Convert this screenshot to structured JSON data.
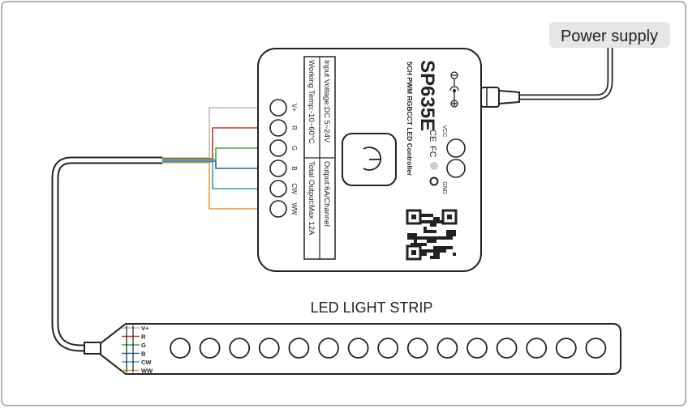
{
  "labels": {
    "power_supply": "Power supply",
    "strip_title": "LED LIGHT STRIP"
  },
  "controller": {
    "model": "SP635E",
    "subtitle": "5CH PWM RGBCCT LED Controller",
    "specs": {
      "input_voltage": "Input Voltage:DC 5~24V",
      "output": "Output:6A/Channel",
      "working_temp": "Working Temp:-10~60°C",
      "total_output": "Total Output:Max 12A"
    },
    "power_terminals": [
      "VCC",
      "GND"
    ],
    "certifications": [
      "CE",
      "FC"
    ],
    "output_terminals": [
      "V+",
      "R",
      "G",
      "B",
      "CW",
      "WW"
    ]
  },
  "strip": {
    "pins": [
      "V+",
      "R",
      "G",
      "B",
      "CW",
      "WW"
    ],
    "led_count": 15
  },
  "colors": {
    "wire_vplus": "#bbbbbb",
    "wire_r": "#d9342b",
    "wire_g": "#3aa845",
    "wire_b": "#2f5fb3",
    "wire_cw": "#2aa7b0",
    "wire_ww": "#e89a3c",
    "label_bg": "#e6e6e6"
  }
}
